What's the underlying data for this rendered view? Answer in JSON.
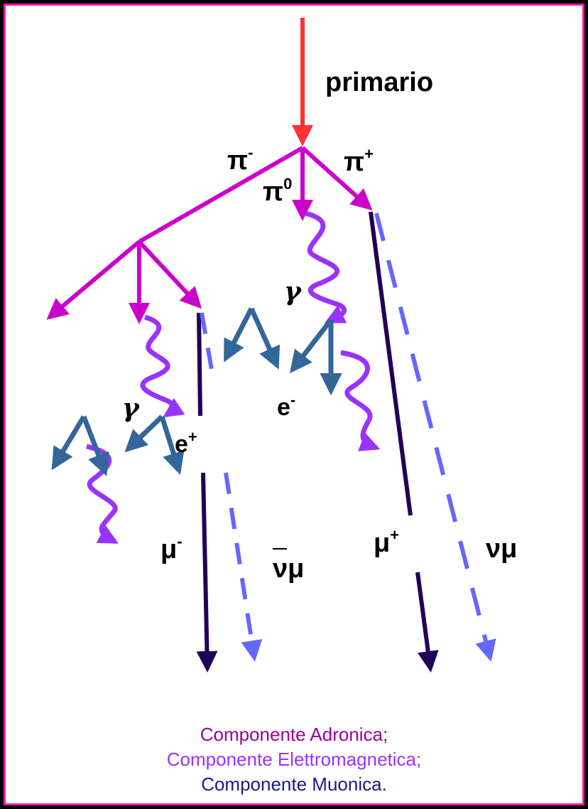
{
  "colors": {
    "frame": "#ff1aa6",
    "primary_arrow": "#ff3333",
    "hadronic": "#cc00cc",
    "electromagnetic": "#9933ff",
    "em_arrows": "#336699",
    "muonic": "#220055",
    "neutrino": "#6666ff",
    "legend_hadronic": "#990099",
    "legend_electromagnetic": "#9933ff",
    "legend_muonic": "#1a1a8a"
  },
  "labels": {
    "primary": "primario",
    "pi_minus": "π",
    "pi_minus_sup": "-",
    "pi_zero": "π",
    "pi_zero_sup": "0",
    "pi_plus": "π",
    "pi_plus_sup": "+",
    "gamma_left": "γ",
    "gamma_center": "γ",
    "electron": "e",
    "electron_sup": "-",
    "positron": "e",
    "positron_sup": "+",
    "mu_minus": "μ",
    "mu_minus_sup": "-",
    "mu_plus": "μ",
    "mu_plus_sup": "+",
    "antinu_mu": "νμ",
    "nu_mu": "νμ"
  },
  "legend": {
    "hadronic": "Componente Adronica;",
    "electromagnetic": "Componente Elettromagnetica;",
    "muonic": "Componente Muonica."
  }
}
